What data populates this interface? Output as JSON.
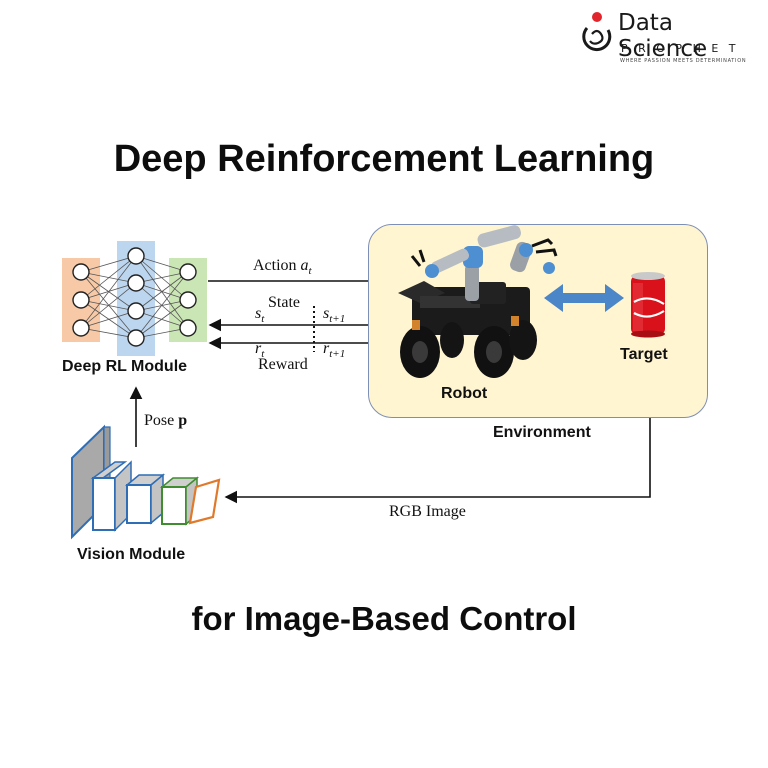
{
  "logo": {
    "brand_line1": "Data Science",
    "brand_line2": "PROPHET",
    "tagline": "WHERE PASSION MEETS DETERMINATION"
  },
  "title": "Deep Reinforcement Learning",
  "subtitle": "for Image-Based Control",
  "diagram": {
    "deep_rl_label": "Deep RL Module",
    "vision_label": "Vision Module",
    "action_label": "Action",
    "action_var": "a",
    "action_sub": "t",
    "state_label": "State",
    "reward_label": "Reward",
    "s_var": "s",
    "s_sub": "t",
    "s_next_var": "s",
    "s_next_sub": "t+1",
    "r_var": "r",
    "r_sub": "t",
    "r_next_var": "r",
    "r_next_sub": "t+1",
    "pose_label": "Pose",
    "pose_var": "p",
    "rgb_label": "RGB Image",
    "robot_label": "Robot",
    "target_label": "Target",
    "environment_label": "Environment"
  },
  "colors": {
    "input_layer": "#f7c9a6",
    "hidden_layer": "#bcd6ef",
    "output_layer": "#cbe6b5",
    "environment_bg": "#fff5d1",
    "environment_border": "#7e8fb5",
    "double_arrow": "#4a86c8",
    "logo_accent": "#e0262c"
  }
}
